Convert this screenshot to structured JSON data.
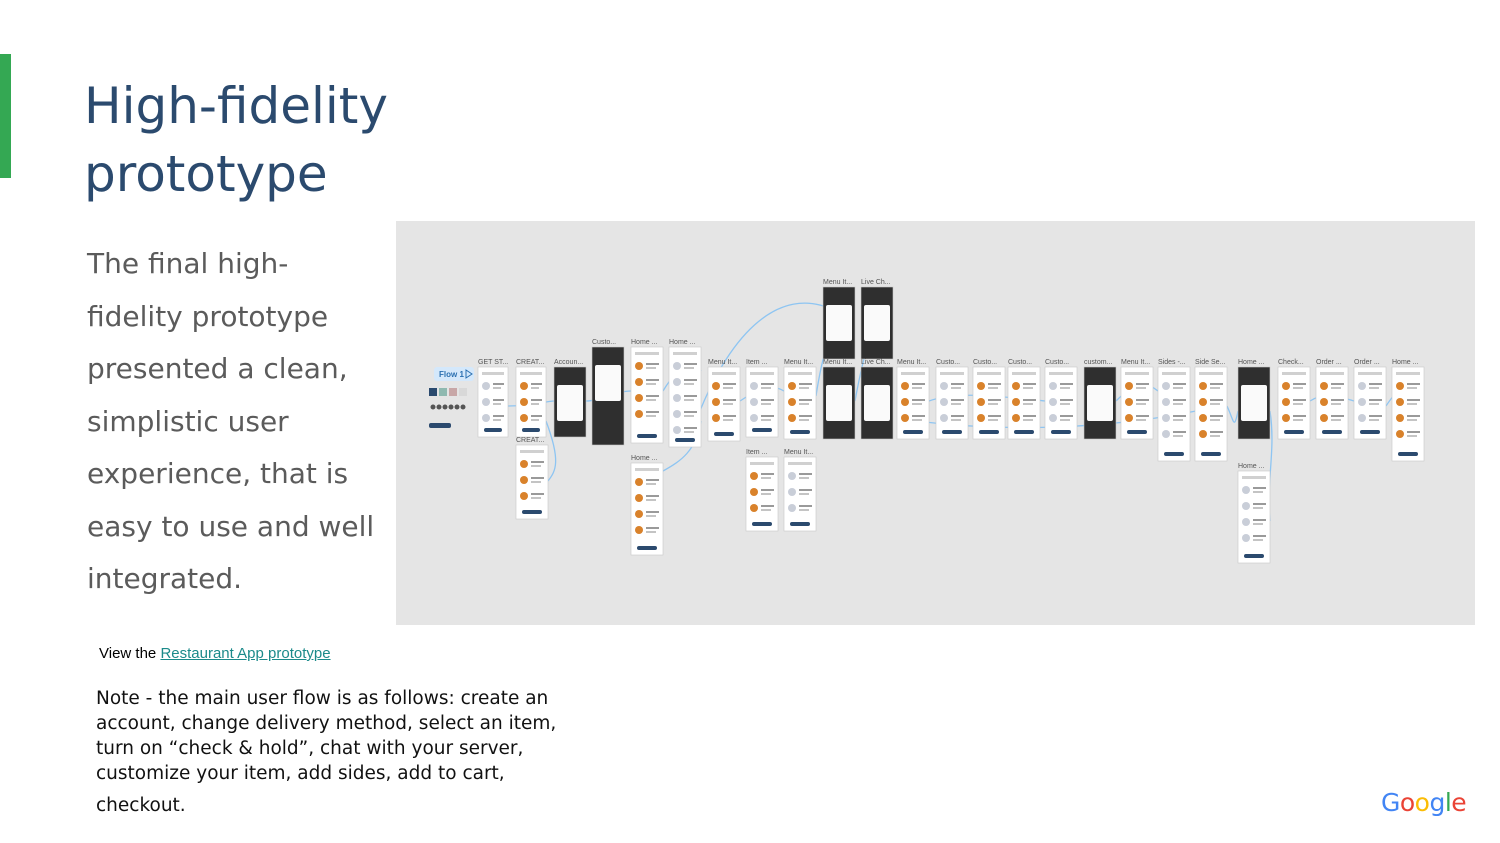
{
  "slide": {
    "title": "High-fidelity prototype",
    "body": "The final high- fidelity prototype presented a clean, simplistic user experience, that is easy to use and well integrated.",
    "view_prefix": "View the",
    "view_link": "Restaurant App prototype",
    "note_main": "Note - the main user flow is as follows: create an account, change delivery method, select an item, turn on “check & hold”, chat with your server, customize your item, add sides, add to cart,",
    "note_last": "checkout.",
    "logo_text": "Google",
    "logo_colors": [
      "#4285f4",
      "#ea4335",
      "#fbbc05",
      "#4285f4",
      "#34a853",
      "#ea4335"
    ]
  },
  "prototype_canvas": {
    "flow_label": "Flow 1",
    "screens": [
      {
        "label": "GET ST...",
        "theme": "light"
      },
      {
        "label": "CREAT...",
        "theme": "light"
      },
      {
        "label": "CREAT...",
        "theme": "light"
      },
      {
        "label": "Accoun...",
        "theme": "dark"
      },
      {
        "label": "Custo...",
        "theme": "dark"
      },
      {
        "label": "Home ...",
        "theme": "light"
      },
      {
        "label": "Home ...",
        "theme": "light"
      },
      {
        "label": "Home ...",
        "theme": "light"
      },
      {
        "label": "Menu It...",
        "theme": "light"
      },
      {
        "label": "Item ...",
        "theme": "light"
      },
      {
        "label": "Item ...",
        "theme": "light"
      },
      {
        "label": "Menu It...",
        "theme": "light"
      },
      {
        "label": "Menu It...",
        "theme": "light"
      },
      {
        "label": "Menu It...",
        "theme": "dark"
      },
      {
        "label": "Menu It...",
        "theme": "dark"
      },
      {
        "label": "Live Ch...",
        "theme": "dark"
      },
      {
        "label": "Live Ch...",
        "theme": "dark"
      },
      {
        "label": "Menu It...",
        "theme": "light"
      },
      {
        "label": "Custo...",
        "theme": "light"
      },
      {
        "label": "Custo...",
        "theme": "light"
      },
      {
        "label": "Custo...",
        "theme": "light"
      },
      {
        "label": "Custo...",
        "theme": "light"
      },
      {
        "label": "custom...",
        "theme": "dark"
      },
      {
        "label": "Menu It...",
        "theme": "light"
      },
      {
        "label": "Sides -...",
        "theme": "light"
      },
      {
        "label": "Side Se...",
        "theme": "light"
      },
      {
        "label": "Home ...",
        "theme": "dark"
      },
      {
        "label": "Home ...",
        "theme": "light"
      },
      {
        "label": "Check...",
        "theme": "light"
      },
      {
        "label": "Order ...",
        "theme": "light"
      },
      {
        "label": "Order ...",
        "theme": "light"
      },
      {
        "label": "Home ...",
        "theme": "light"
      }
    ]
  }
}
